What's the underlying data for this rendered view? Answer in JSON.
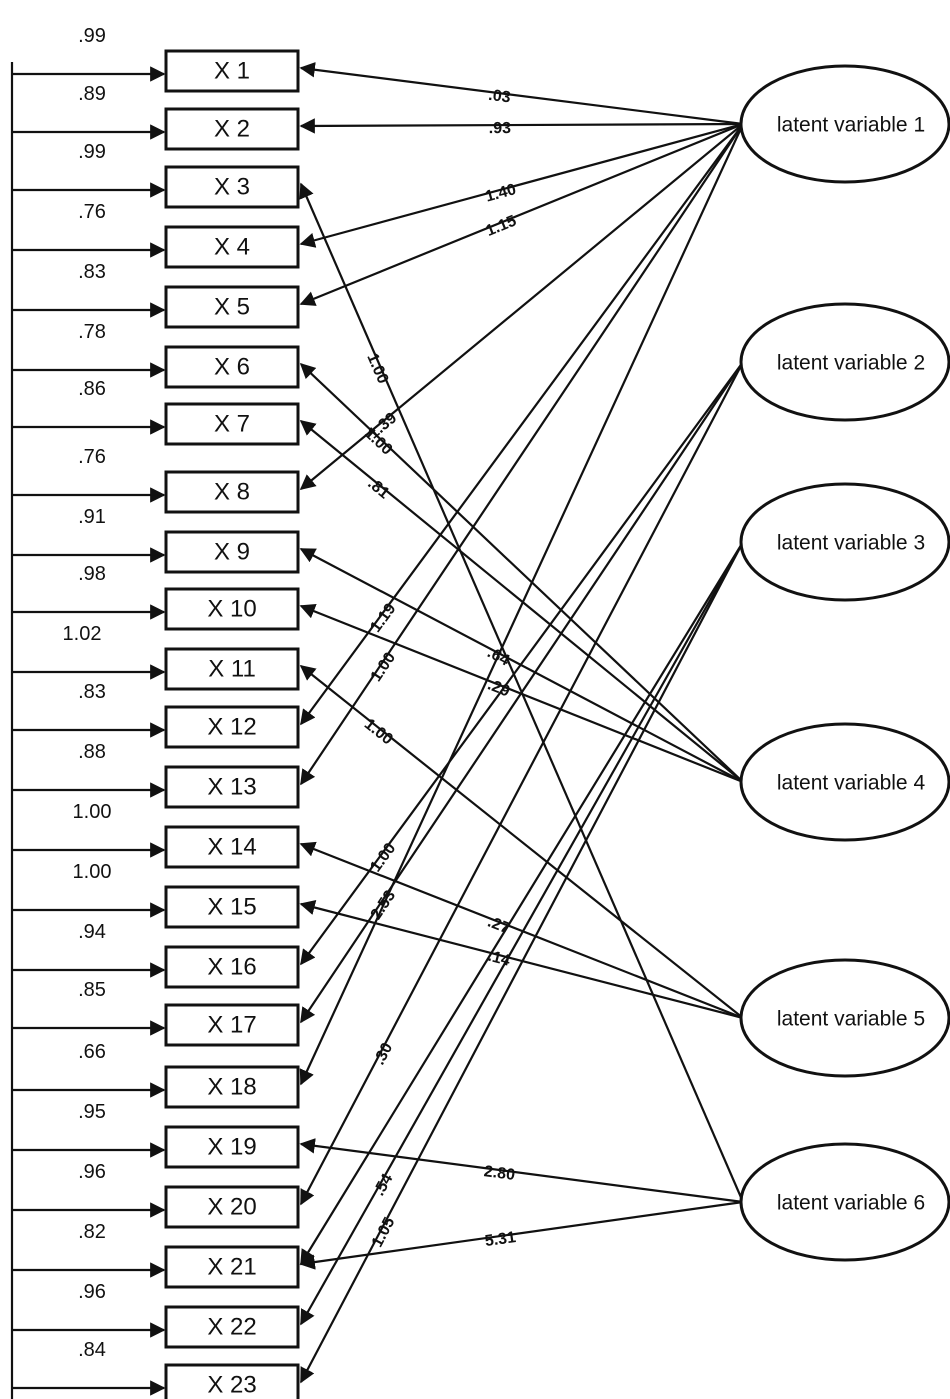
{
  "observed_variables": [
    {
      "label": "X 1",
      "error": ".99"
    },
    {
      "label": "X 2",
      "error": ".89"
    },
    {
      "label": "X 3",
      "error": ".99"
    },
    {
      "label": "X 4",
      "error": ".76"
    },
    {
      "label": "X 5",
      "error": ".83"
    },
    {
      "label": "X 6",
      "error": ".78"
    },
    {
      "label": "X 7",
      "error": ".86"
    },
    {
      "label": "X 8",
      "error": ".76"
    },
    {
      "label": "X 9",
      "error": ".91"
    },
    {
      "label": "X 10",
      "error": ".98"
    },
    {
      "label": "X 11",
      "error": "1.02"
    },
    {
      "label": "X 12",
      "error": ".83"
    },
    {
      "label": "X 13",
      "error": ".88"
    },
    {
      "label": "X 14",
      "error": "1.00"
    },
    {
      "label": "X 15",
      "error": "1.00"
    },
    {
      "label": "X 16",
      "error": ".94"
    },
    {
      "label": "X 17",
      "error": ".85"
    },
    {
      "label": "X 18",
      "error": ".66"
    },
    {
      "label": "X 19",
      "error": ".95"
    },
    {
      "label": "X 20",
      "error": ".96"
    },
    {
      "label": "X 21",
      "error": ".82"
    },
    {
      "label": "X 22",
      "error": ".96"
    },
    {
      "label": "X 23",
      "error": ".84"
    }
  ],
  "latent_variables": [
    {
      "label": "latent variable 1"
    },
    {
      "label": "latent variable 2"
    },
    {
      "label": "latent variable 3"
    },
    {
      "label": "latent variable 4"
    },
    {
      "label": "latent variable 5"
    },
    {
      "label": "latent variable 6"
    }
  ],
  "paths": [
    {
      "latent": 1,
      "observed": 1,
      "label": ".03"
    },
    {
      "latent": 1,
      "observed": 2,
      "label": ".93"
    },
    {
      "latent": 1,
      "observed": 4,
      "label": "1.40"
    },
    {
      "latent": 1,
      "observed": 5,
      "label": "1.15"
    },
    {
      "latent": 1,
      "observed": 8,
      "label": "1.39"
    },
    {
      "latent": 1,
      "observed": 12,
      "label": "1.19"
    },
    {
      "latent": 1,
      "observed": 13,
      "label": "1.00"
    },
    {
      "latent": 1,
      "observed": 18,
      "label": ""
    },
    {
      "latent": 2,
      "observed": 16,
      "label": "1.00"
    },
    {
      "latent": 2,
      "observed": 17,
      "label": "2.53"
    },
    {
      "latent": 2,
      "observed": 20,
      "label": ".30"
    },
    {
      "latent": 3,
      "observed": 22,
      "label": ".54"
    },
    {
      "latent": 3,
      "observed": 23,
      "label": "1.05"
    },
    {
      "latent": 3,
      "observed": 21,
      "label": ""
    },
    {
      "latent": 4,
      "observed": 6,
      "label": "1.00"
    },
    {
      "latent": 4,
      "observed": 7,
      "label": ".81"
    },
    {
      "latent": 4,
      "observed": 9,
      "label": ".64"
    },
    {
      "latent": 4,
      "observed": 10,
      "label": ".29"
    },
    {
      "latent": 5,
      "observed": 11,
      "label": "1.00"
    },
    {
      "latent": 5,
      "observed": 14,
      "label": ".27"
    },
    {
      "latent": 5,
      "observed": 15,
      "label": ".14"
    },
    {
      "latent": 6,
      "observed": 3,
      "label": "1.00"
    },
    {
      "latent": 6,
      "observed": 19,
      "label": "2.80"
    },
    {
      "latent": 6,
      "observed": 21,
      "label": "5.31"
    }
  ],
  "latent_positions_note": ""
}
